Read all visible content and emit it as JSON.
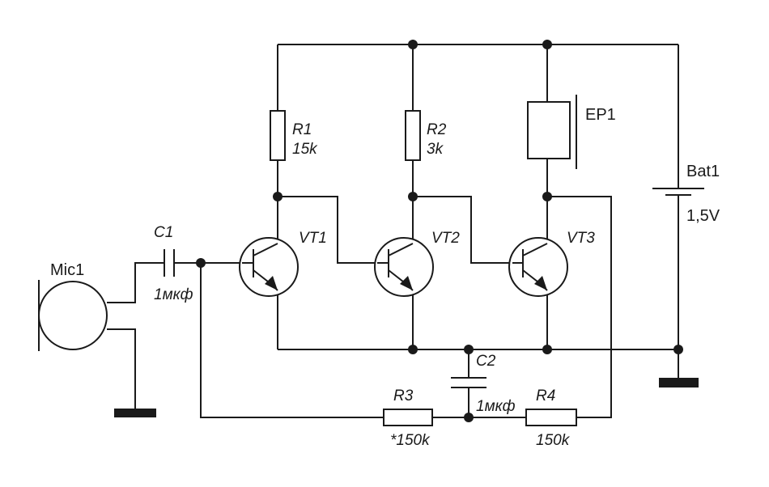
{
  "labels": {
    "mic": "Mic1",
    "c1_name": "C1",
    "c1_value": "1мкф",
    "r1_name": "R1",
    "r1_value": "15k",
    "r2_name": "R2",
    "r2_value": "3k",
    "ep1": "EP1",
    "bat_name": "Bat1",
    "bat_value": "1,5V",
    "vt1": "VT1",
    "vt2": "VT2",
    "vt3": "VT3",
    "c2_name": "C2",
    "c2_value": "1мкф",
    "r3_name": "R3",
    "r3_value": "*150k",
    "r4_name": "R4",
    "r4_value": "150k"
  },
  "colors": {
    "ink": "#1a1a1a",
    "background": "#ffffff"
  }
}
